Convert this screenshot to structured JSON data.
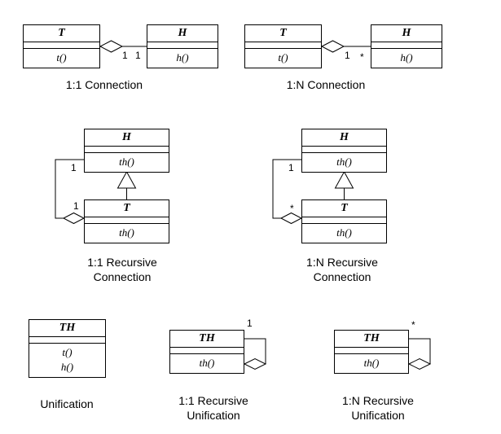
{
  "diagrams": {
    "conn11": {
      "caption": "1:1 Connection",
      "t_class": {
        "name": "T",
        "method": "t()"
      },
      "h_class": {
        "name": "H",
        "method": "h()"
      },
      "mult_diamond": "1",
      "mult_target": "1"
    },
    "conn1n": {
      "caption": "1:N Connection",
      "t_class": {
        "name": "T",
        "method": "t()"
      },
      "h_class": {
        "name": "H",
        "method": "h()"
      },
      "mult_diamond": "1",
      "mult_target": "*"
    },
    "rec11": {
      "caption_line1": "1:1 Recursive",
      "caption_line2": "Connection",
      "h_class": {
        "name": "H",
        "method": "th()"
      },
      "t_class": {
        "name": "T",
        "method": "th()"
      },
      "mult_target": "1",
      "mult_diamond": "1"
    },
    "rec1n": {
      "caption_line1": "1:N Recursive",
      "caption_line2": "Connection",
      "h_class": {
        "name": "H",
        "method": "th()"
      },
      "t_class": {
        "name": "T",
        "method": "th()"
      },
      "mult_target": "1",
      "mult_diamond": "*"
    },
    "unif": {
      "caption": "Unification",
      "th_class": {
        "name": "TH",
        "method1": "t()",
        "method2": "h()"
      }
    },
    "recunif11": {
      "caption_line1": "1:1 Recursive",
      "caption_line2": "Unification",
      "th_class": {
        "name": "TH",
        "method": "th()"
      },
      "mult": "1"
    },
    "recunif1n": {
      "caption_line1": "1:N Recursive",
      "caption_line2": "Unification",
      "th_class": {
        "name": "TH",
        "method": "th()"
      },
      "mult": "*"
    }
  }
}
